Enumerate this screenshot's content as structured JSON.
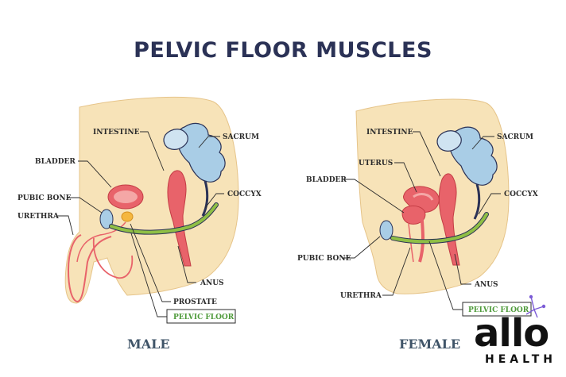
{
  "title": "PELVIC FLOOR MUSCLES",
  "male": {
    "caption": "MALE",
    "labels": {
      "intestine": "INTESTINE",
      "sacrum": "SACRUM",
      "bladder": "BLADDER",
      "coccyx": "COCCYX",
      "pubic_bone": "PUBIC BONE",
      "urethra": "URETHRA",
      "anus": "ANUS",
      "prostate": "PROSTATE",
      "pelvic_floor": "PELVIC FLOOR"
    }
  },
  "female": {
    "caption": "FEMALE",
    "labels": {
      "intestine": "INTESTINE",
      "sacrum": "SACRUM",
      "uterus": "UTERUS",
      "bladder": "BLADDER",
      "coccyx": "COCCYX",
      "pubic_bone": "PUBIC BONE",
      "anus": "ANUS",
      "urethra": "URETHRA",
      "pelvic_floor": "PELVIC FLOOR"
    }
  },
  "logo": {
    "word": "allo",
    "sub": "HEALTH"
  },
  "colors": {
    "skin": "#f7e3b8",
    "organ": "#e8636a",
    "organ_light": "#f4a7a6",
    "bone": "#a9cde6",
    "muscle": "#8fbf45",
    "prostate": "#f5b73f",
    "title": "#2b3256",
    "caption": "#3f5468"
  }
}
